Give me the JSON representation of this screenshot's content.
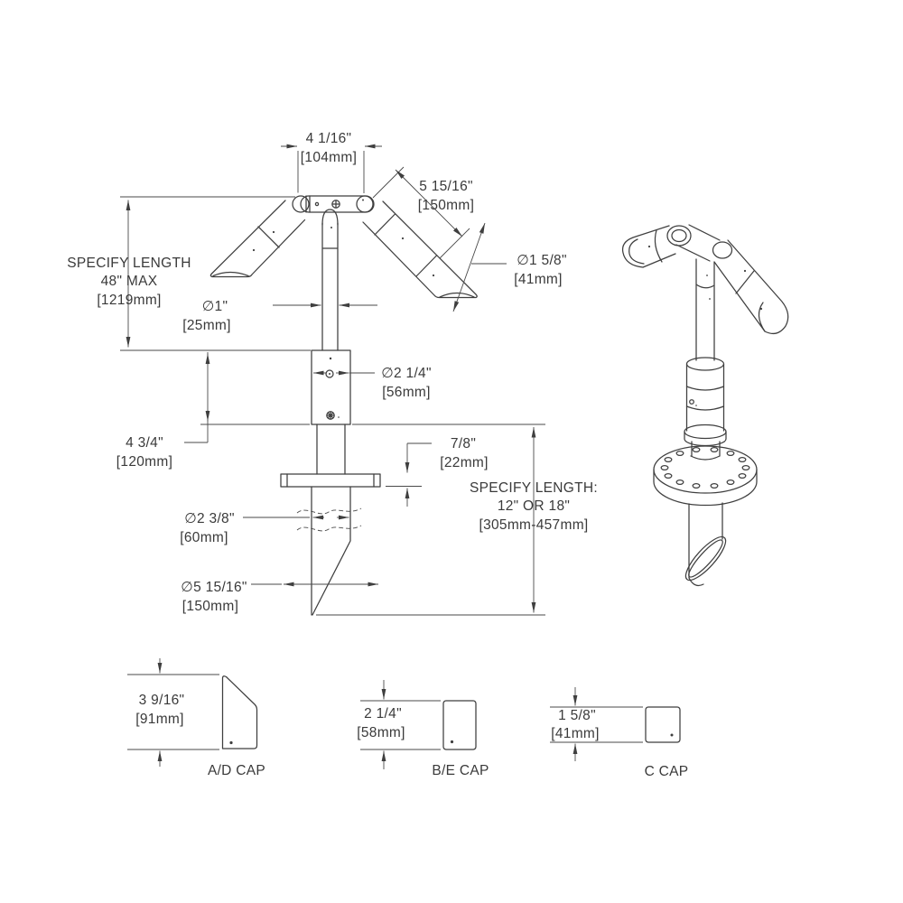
{
  "colors": {
    "line": "#3f3f3f",
    "background": "#ffffff",
    "text": "#3a3a3a"
  },
  "front_view": {
    "dim_top_width": {
      "l1": "4 1/16\"",
      "l2": "[104mm]"
    },
    "dim_arm_length": {
      "l1": "5 15/16\"",
      "l2": "[150mm]"
    },
    "dim_arm_dia": {
      "l1": "∅1 5/8\"",
      "l2": "[41mm]"
    },
    "dim_post_length": {
      "l1": "SPECIFY LENGTH",
      "l2": "48\" MAX",
      "l3": "[1219mm]"
    },
    "dim_post_dia": {
      "l1": "∅1\"",
      "l2": "[25mm]"
    },
    "dim_sleeve_dia": {
      "l1": "∅2 1/4\"",
      "l2": "[56mm]"
    },
    "dim_sleeve_len": {
      "l1": "4 3/4\"",
      "l2": "[120mm]"
    },
    "dim_flange_thk": {
      "l1": "7/8\"",
      "l2": "[22mm]"
    },
    "dim_stake_len": {
      "l1": "SPECIFY LENGTH:",
      "l2": "12\" OR 18\"",
      "l3": "[305mm-457mm]"
    },
    "dim_stake_dia": {
      "l1": "∅2 3/8\"",
      "l2": "[60mm]"
    },
    "dim_flange_dia": {
      "l1": "∅5 15/16\"",
      "l2": "[150mm]"
    }
  },
  "caps": {
    "ad": {
      "label": "A/D CAP",
      "dim1": "3 9/16\"",
      "dim2": "[91mm]"
    },
    "be": {
      "label": "B/E CAP",
      "dim1": "2 1/4\"",
      "dim2": "[58mm]"
    },
    "c": {
      "label": "C CAP",
      "dim1": "1 5/8\"",
      "dim2": "[41mm]"
    }
  }
}
